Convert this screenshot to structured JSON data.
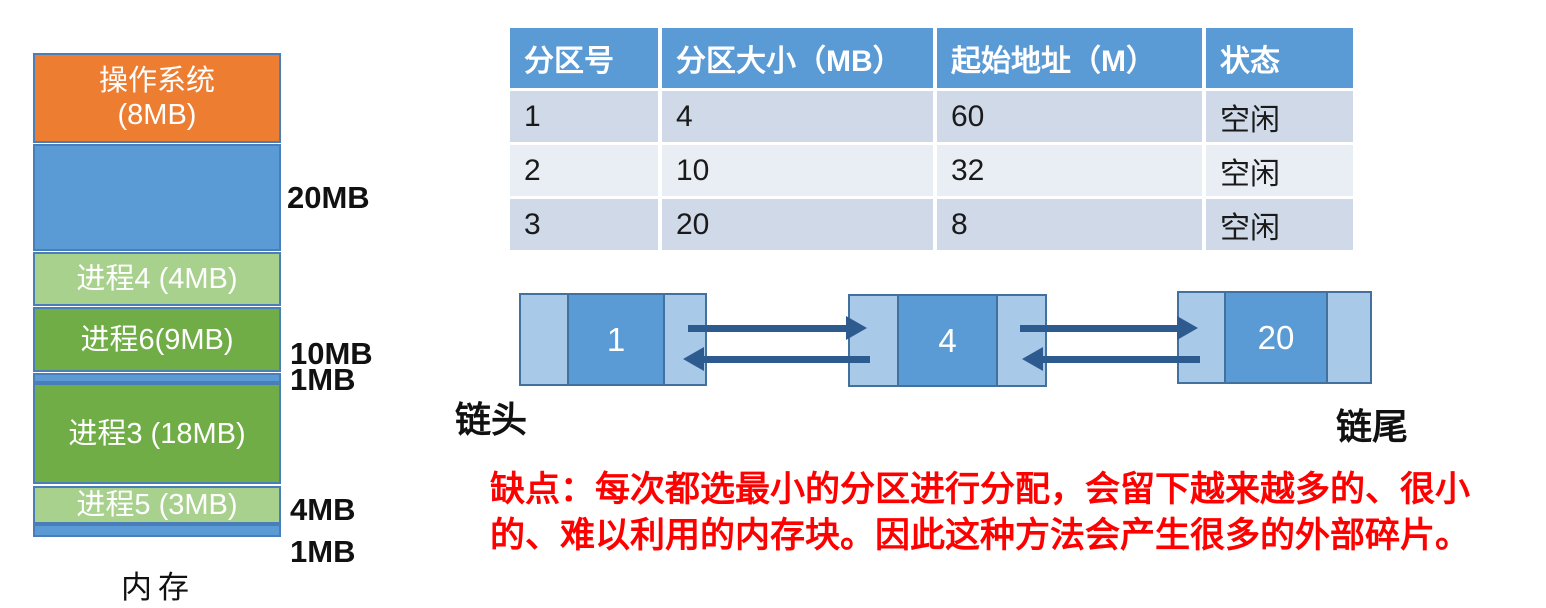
{
  "memory": {
    "caption": "内存",
    "blocks": [
      {
        "name": "os",
        "line1": "操作系统",
        "line2": "(8MB)"
      },
      {
        "name": "free-20mb",
        "label": ""
      },
      {
        "name": "process-4",
        "label": "进程4 (4MB)"
      },
      {
        "name": "process-6",
        "label": "进程6(9MB)"
      },
      {
        "name": "free-1mb-a",
        "label": ""
      },
      {
        "name": "process-3",
        "label": "进程3 (18MB)"
      },
      {
        "name": "process-5",
        "label": "进程5 (3MB)"
      },
      {
        "name": "free-1mb-b",
        "label": ""
      }
    ],
    "size_labels": [
      "20MB",
      "10MB",
      "1MB",
      "4MB",
      "1MB"
    ]
  },
  "table": {
    "headers": [
      "分区号",
      "分区大小（MB）",
      "起始地址（M）",
      "状态"
    ],
    "rows": [
      [
        "1",
        "4",
        "60",
        "空闲"
      ],
      [
        "2",
        "10",
        "32",
        "空闲"
      ],
      [
        "3",
        "20",
        "8",
        "空闲"
      ]
    ]
  },
  "linked_list": {
    "head_label": "链头",
    "tail_label": "链尾",
    "nodes": [
      {
        "value": "1"
      },
      {
        "value": "4"
      },
      {
        "value": "20"
      }
    ]
  },
  "note": {
    "line1": "缺点：每次都选最小的分区进行分配，会留下越来越多的、很小",
    "line2": "的、难以利用的内存块。因此这种方法会产生很多的外部碎片。"
  },
  "colors": {
    "accent_blue": "#5B9BD5",
    "accent_orange": "#ED7D31",
    "green": "#70AD47",
    "light_green": "#A9D18E",
    "node_light_blue": "#A9C9E9",
    "node_border": "#41719C",
    "arrow": "#2E5B8F",
    "table_row_odd": "#CFD9E8",
    "table_row_even": "#E9EDF4",
    "note_red": "#FF0000"
  }
}
